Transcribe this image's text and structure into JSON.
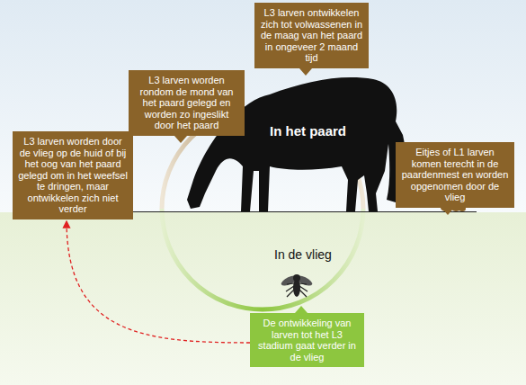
{
  "diagram": {
    "nodes": [
      {
        "text": [
          "L3 larven ontwikkelen zich tot volwassenen in de maag van het paard in ongeveer 2 maand tijd"
        ]
      },
      {
        "text": [
          "L3 larven worden rondom de mond van het paard gelegd en worden zo ingeslikt door het paard"
        ]
      },
      {
        "text": [
          "L3 larven worden door de vlieg op de huid of bij het oog van het paard gelegd om in het weefsel te dringen, maar ontwikkelen zich niet verder"
        ]
      },
      {
        "text": [
          "Eitjes of L1 larven komen terecht in de paardenmest en worden opgenomen door de vlieg"
        ]
      },
      {
        "text": [
          "De ontwikkeling van larven tot het L3 stadium gaat verder in de vlieg"
        ]
      }
    ],
    "edges": [
      {
        "from": 4,
        "to": 2,
        "arrow": "to"
      }
    ],
    "labels": [
      "In het paard",
      "In de vlieg"
    ]
  }
}
